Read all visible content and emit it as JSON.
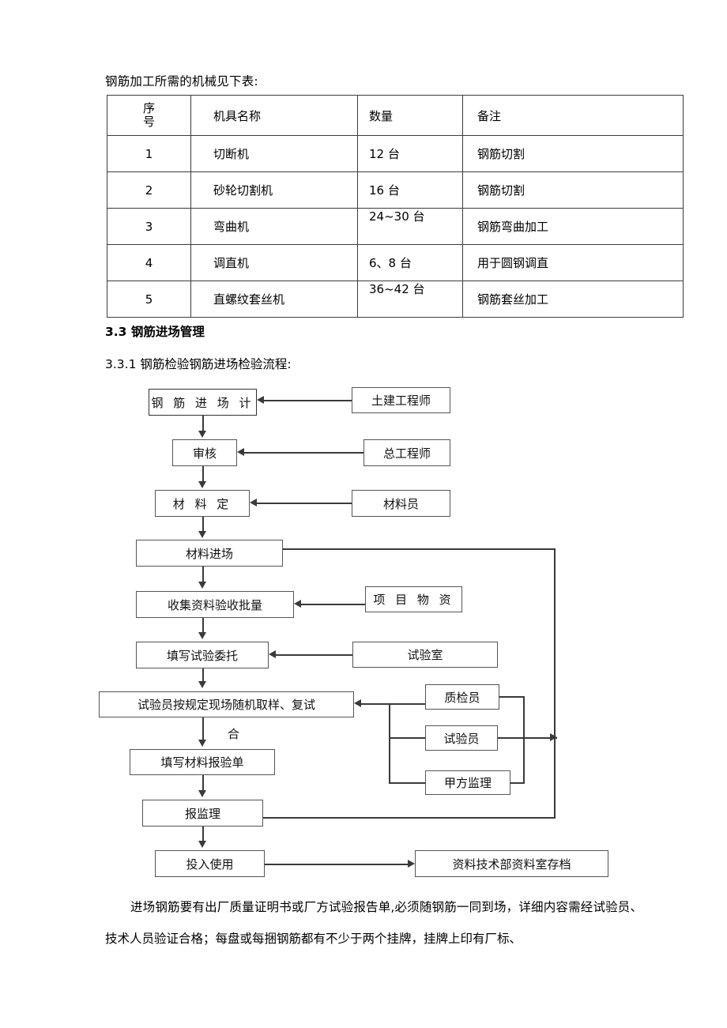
{
  "document": {
    "intro_line": "钢筋加工所需的机械见下表:",
    "table": {
      "headers": [
        "序\n号",
        "机具名称",
        "数量",
        "备注"
      ],
      "header_index": "序号",
      "header_name": "机具名称",
      "header_qty": "数量",
      "header_note": "备注",
      "rows": [
        {
          "index": "1",
          "name": "切断机",
          "qty": "12 台",
          "note": "钢筋切割",
          "qty_align": "center"
        },
        {
          "index": "2",
          "name": "砂轮切割机",
          "qty": "16 台",
          "note": "钢筋切割",
          "qty_align": "center"
        },
        {
          "index": "3",
          "name": "弯曲机",
          "qty": "24~30 台",
          "note": "钢筋弯曲加工",
          "qty_align": "top"
        },
        {
          "index": "4",
          "name": "调直机",
          "qty": "6、8 台",
          "note": "用于圆钢调直",
          "qty_align": "center"
        },
        {
          "index": "5",
          "name": "直螺纹套丝机",
          "qty": "36~42 台",
          "note": "钢筋套丝加工",
          "qty_align": "top"
        }
      ]
    },
    "heading_3_3": "3.3 钢筋进场管理",
    "heading_3_3_1": "3.3.1 钢筋检验钢筋进场检验流程:",
    "paragraph": "进场钢筋要有出厂质量证明书或厂方试验报告单,必须随钢筋一同到场，详细内容需经试验员、技术人员验证合格；每盘或每捆钢筋都有不少于两个挂牌，挂牌上印有厂标、"
  },
  "flowchart": {
    "nodes": {
      "entry_plan": "钢 筋 进 场 计",
      "review": "审核",
      "material_fix": "材 料 定",
      "material_arrive": "材料进场",
      "collect_docs": "收集资料验收批量",
      "fill_test_order": "填写试验委托",
      "sampling": "试验员按规定现场随机取样、复试",
      "fill_report": "填写材料报验单",
      "report_supervisor": "报监理",
      "put_into_use": "投入使用",
      "archive": "资料技术部资料室存档",
      "civil_engineer": "土建工程师",
      "chief_engineer": "总工程师",
      "material_clerk": "材料员",
      "project_supply": "项 目 物 资",
      "laboratory": "试验室",
      "qc_inspector": "质检员",
      "tester": "试验员",
      "owner_supervisor": "甲方监理"
    },
    "edge_label_pass": "合"
  },
  "colors": {
    "text": "#000000",
    "line": "#3a3a3a",
    "box_border": "#555555",
    "table_border": "#3c3c3c",
    "background": "#ffffff"
  }
}
